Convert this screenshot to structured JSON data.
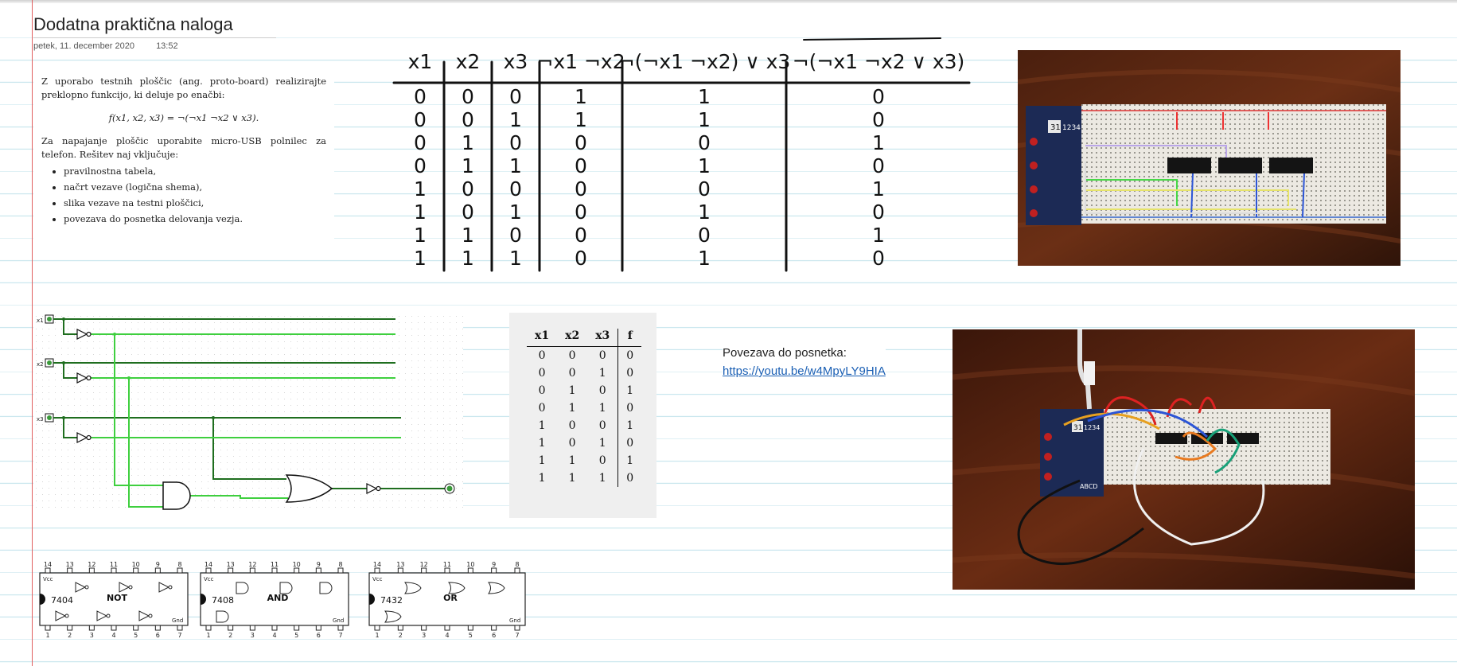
{
  "page": {
    "title": "Dodatna praktična naloga",
    "date": "petek, 11. december 2020",
    "time": "13:52"
  },
  "assignment": {
    "intro": "Z uporabo testnih ploščic (ang. proto-board) realizirajte preklopno funkcijo, ki deluje po enačbi:",
    "formula": "f(x1, x2, x3) = ¬(¬x1 ¬x2 ∨ x3).",
    "power_note": "Za napajanje ploščic uporabite micro-USB polnilec za telefon. Rešitev naj vključuje:",
    "items": [
      "pravilnostna tabela,",
      "načrt vezave (logična shema),",
      "slika vezave na testni ploščici,",
      "povezava do posnetka delovanja vezja."
    ]
  },
  "handwritten_table": {
    "headers": [
      "x1",
      "x2",
      "x3",
      "¬x1 ¬x2",
      "¬(¬x1 ¬x2) ∨ x3",
      "¬(¬x1 ¬x2 ∨ x3)"
    ],
    "rows": [
      [
        "0",
        "0",
        "0",
        "1",
        "1",
        "0"
      ],
      [
        "0",
        "0",
        "1",
        "1",
        "1",
        "0"
      ],
      [
        "0",
        "1",
        "0",
        "0",
        "0",
        "1"
      ],
      [
        "0",
        "1",
        "1",
        "0",
        "1",
        "0"
      ],
      [
        "1",
        "0",
        "0",
        "0",
        "0",
        "1"
      ],
      [
        "1",
        "0",
        "1",
        "0",
        "1",
        "0"
      ],
      [
        "1",
        "1",
        "0",
        "0",
        "0",
        "1"
      ],
      [
        "1",
        "1",
        "1",
        "0",
        "1",
        "0"
      ]
    ]
  },
  "circuit": {
    "inputs": [
      "x1",
      "x2",
      "x3"
    ]
  },
  "truth_table": {
    "headers": [
      "x1",
      "x2",
      "x3",
      "f"
    ],
    "rows": [
      [
        "0",
        "0",
        "0",
        "0"
      ],
      [
        "0",
        "0",
        "1",
        "0"
      ],
      [
        "0",
        "1",
        "0",
        "1"
      ],
      [
        "0",
        "1",
        "1",
        "0"
      ],
      [
        "1",
        "0",
        "0",
        "1"
      ],
      [
        "1",
        "0",
        "1",
        "0"
      ],
      [
        "1",
        "1",
        "0",
        "1"
      ],
      [
        "1",
        "1",
        "1",
        "0"
      ]
    ]
  },
  "video": {
    "label": "Povezava do posnetka:",
    "url": "https://youtu.be/w4MpyLY9HIA"
  },
  "chips": [
    {
      "part": "7404",
      "name": "NOT",
      "vcc": "Vcc",
      "gnd": "Gnd",
      "top_pins": [
        "14",
        "13",
        "12",
        "11",
        "10",
        "9",
        "8"
      ],
      "bottom_pins": [
        "1",
        "2",
        "3",
        "4",
        "5",
        "6",
        "7"
      ]
    },
    {
      "part": "7408",
      "name": "AND",
      "vcc": "Vcc",
      "gnd": "Gnd",
      "top_pins": [
        "14",
        "13",
        "12",
        "11",
        "10",
        "9",
        "8"
      ],
      "bottom_pins": [
        "1",
        "2",
        "3",
        "4",
        "5",
        "6",
        "7"
      ]
    },
    {
      "part": "7432",
      "name": "OR",
      "vcc": "Vcc",
      "gnd": "Gnd",
      "top_pins": [
        "14",
        "13",
        "12",
        "11",
        "10",
        "9",
        "8"
      ],
      "bottom_pins": [
        "1",
        "2",
        "3",
        "4",
        "5",
        "6",
        "7"
      ]
    }
  ],
  "breadboard_labels": {
    "display": "31",
    "digits": "1234",
    "letters": "ABCD"
  },
  "colors": {
    "margin_line": "#e06060",
    "rule_line": "#c9e6ee",
    "wire_dark": "#1f6e1f",
    "wire_light": "#3fcf3f",
    "link": "#1a5fb4"
  }
}
